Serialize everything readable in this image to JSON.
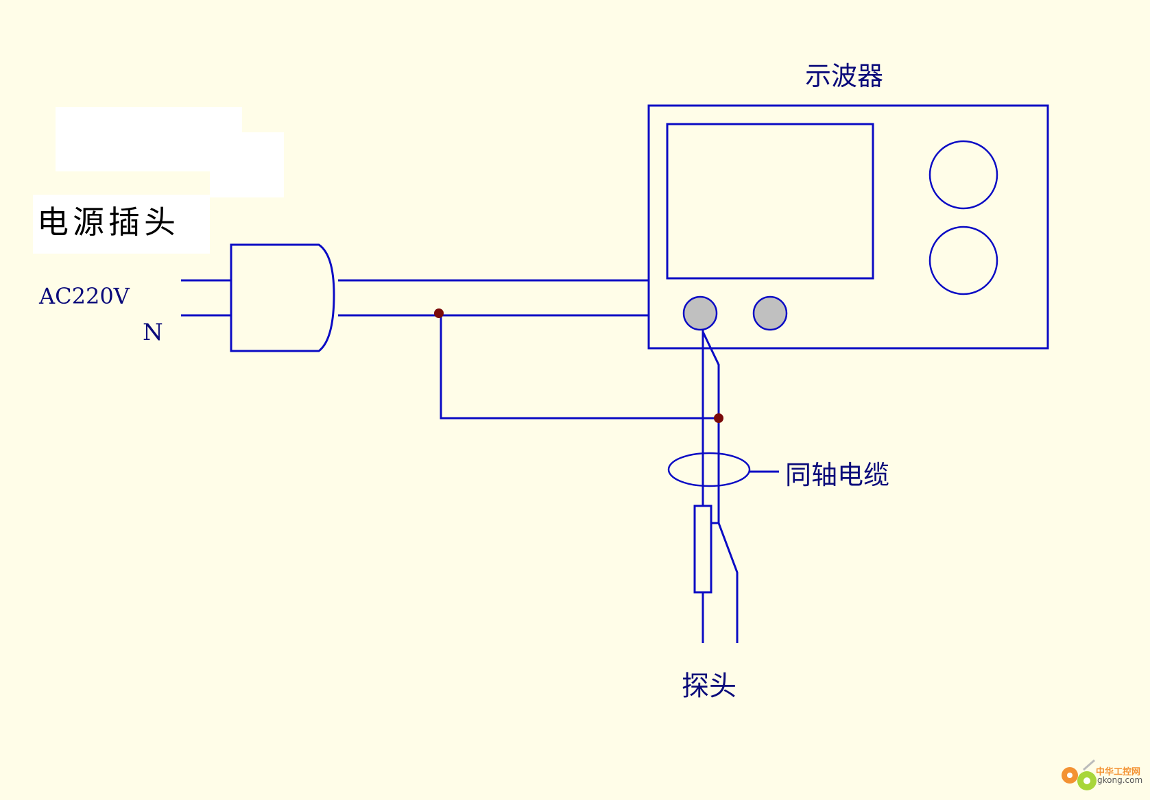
{
  "labels": {
    "plug": "电源插头",
    "voltage": "AC220V",
    "neutral": "N",
    "oscilloscope": "示波器",
    "coax_cable": "同轴电缆",
    "probe": "探头"
  },
  "watermark": {
    "cn": "中华工控网",
    "domain": "gkong.com"
  },
  "colors": {
    "background": "#fffde8",
    "wire": "#0b0bc4",
    "junction": "#7a0a0a",
    "connector_fill": "#c0c0c0",
    "text": "#0a0a7a",
    "logo_orange": "#f39233",
    "logo_green": "#a8d63a"
  }
}
